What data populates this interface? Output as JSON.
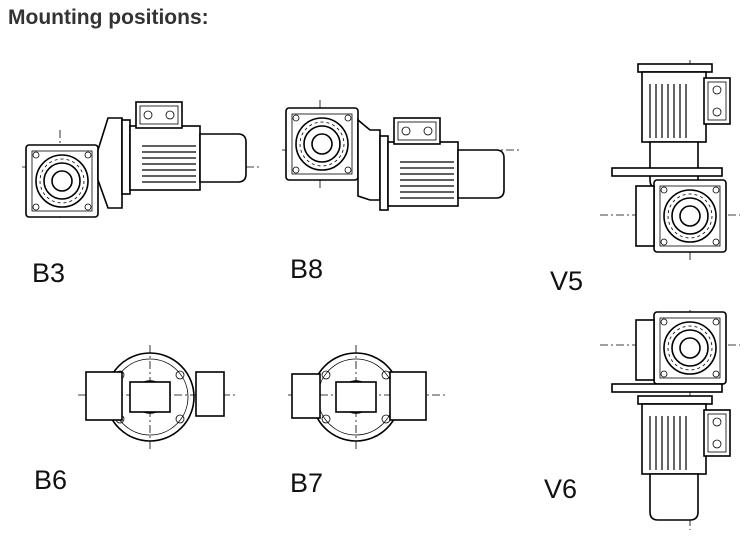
{
  "title": "Mounting positions:",
  "positions": [
    {
      "label": "B3"
    },
    {
      "label": "B8"
    },
    {
      "label": "V5"
    },
    {
      "label": "B6"
    },
    {
      "label": "B7"
    },
    {
      "label": "V6"
    }
  ]
}
